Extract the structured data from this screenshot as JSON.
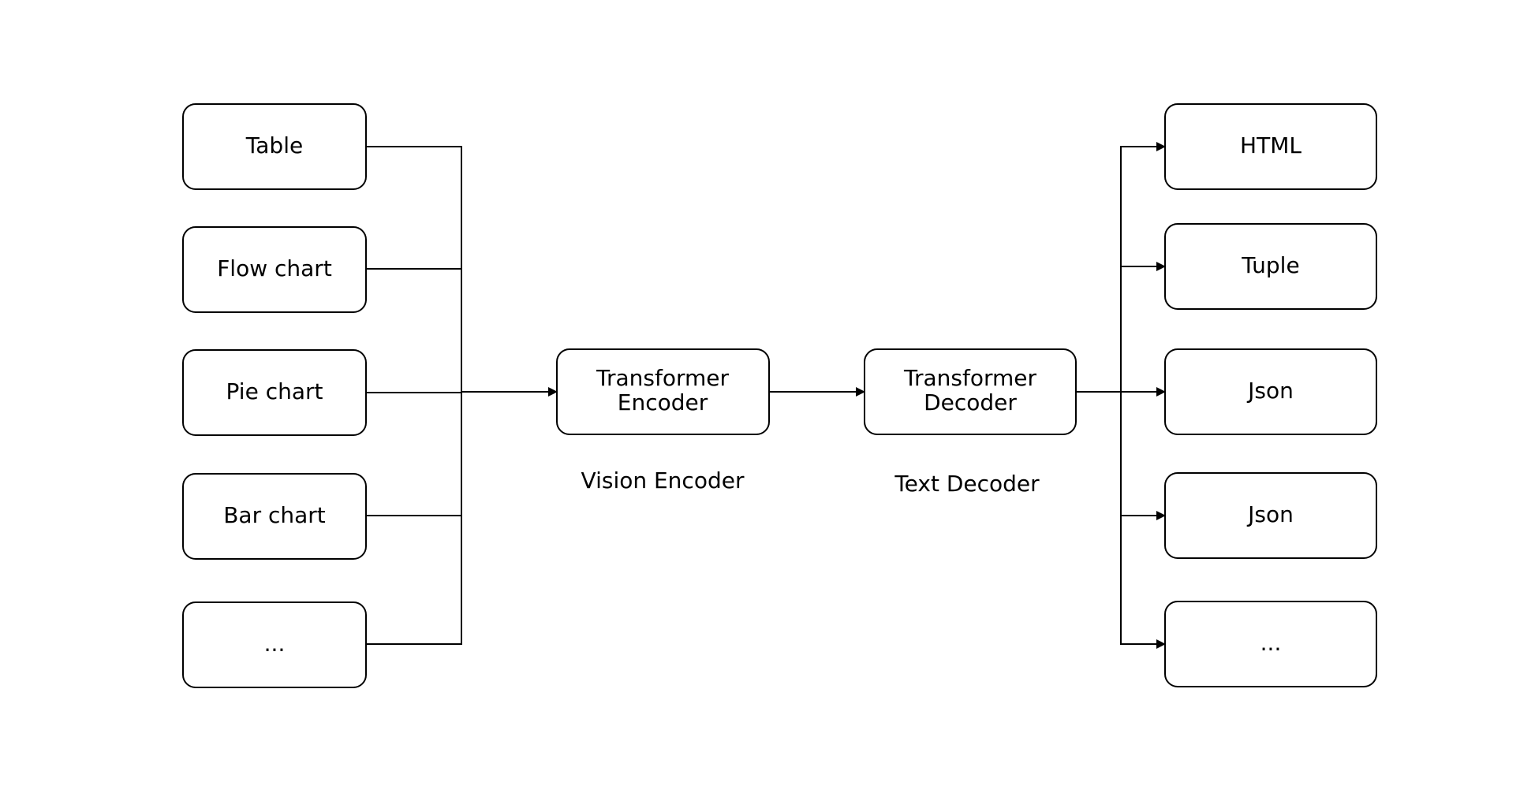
{
  "inputs": [
    {
      "label": "Table"
    },
    {
      "label": "Flow chart"
    },
    {
      "label": "Pie chart"
    },
    {
      "label": "Bar chart"
    },
    {
      "label": "..."
    }
  ],
  "encoder": {
    "line1": "Transformer",
    "line2": "Encoder",
    "caption": "Vision Encoder"
  },
  "decoder": {
    "line1": "Transformer",
    "line2": "Decoder",
    "caption": "Text Decoder"
  },
  "outputs": [
    {
      "label": "HTML"
    },
    {
      "label": "Tuple"
    },
    {
      "label": "Json"
    },
    {
      "label": "Json"
    },
    {
      "label": "..."
    }
  ]
}
